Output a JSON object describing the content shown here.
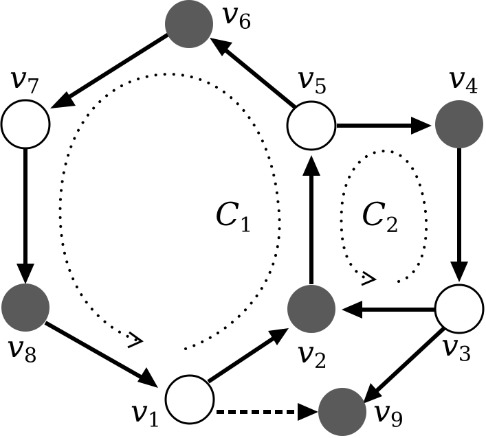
{
  "graph": {
    "colors": {
      "filled": "#5a5a5a",
      "empty": "#ffffff",
      "stroke": "#000000"
    },
    "nodes": [
      {
        "id": "v1",
        "name": "v",
        "sub": "1",
        "fill": "empty"
      },
      {
        "id": "v2",
        "name": "v",
        "sub": "2",
        "fill": "filled"
      },
      {
        "id": "v3",
        "name": "v",
        "sub": "3",
        "fill": "empty"
      },
      {
        "id": "v4",
        "name": "v",
        "sub": "4",
        "fill": "filled"
      },
      {
        "id": "v5",
        "name": "v",
        "sub": "5",
        "fill": "empty"
      },
      {
        "id": "v6",
        "name": "v",
        "sub": "6",
        "fill": "filled"
      },
      {
        "id": "v7",
        "name": "v",
        "sub": "7",
        "fill": "empty"
      },
      {
        "id": "v8",
        "name": "v",
        "sub": "8",
        "fill": "filled"
      },
      {
        "id": "v9",
        "name": "v",
        "sub": "9",
        "fill": "filled"
      }
    ],
    "edges": [
      {
        "from": "v8",
        "to": "v1",
        "style": "solid"
      },
      {
        "from": "v1",
        "to": "v2",
        "style": "solid"
      },
      {
        "from": "v2",
        "to": "v5",
        "style": "solid"
      },
      {
        "from": "v5",
        "to": "v6",
        "style": "solid"
      },
      {
        "from": "v6",
        "to": "v7",
        "style": "solid"
      },
      {
        "from": "v7",
        "to": "v8",
        "style": "solid"
      },
      {
        "from": "v5",
        "to": "v4",
        "style": "solid"
      },
      {
        "from": "v4",
        "to": "v3",
        "style": "solid"
      },
      {
        "from": "v3",
        "to": "v2",
        "style": "solid"
      },
      {
        "from": "v3",
        "to": "v9",
        "style": "solid"
      },
      {
        "from": "v1",
        "to": "v9",
        "style": "dashed"
      }
    ],
    "cycles": [
      {
        "id": "C1",
        "name": "C",
        "sub": "1"
      },
      {
        "id": "C2",
        "name": "C",
        "sub": "2"
      }
    ]
  }
}
